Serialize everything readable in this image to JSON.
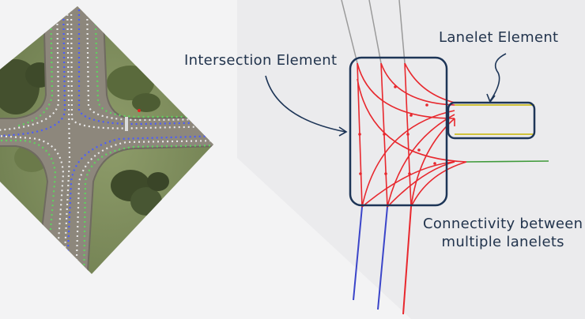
{
  "labels": {
    "intersection": "Intersection Element",
    "lanelet": "Lanelet Element",
    "connectivity_line1": "Connectivity between",
    "connectivity_line2": "multiple lanelets"
  },
  "colors": {
    "background": "#f3f3f4",
    "light_panel": "#ebebed",
    "box_border": "#1d3557",
    "text": "#22344d",
    "lane_red": "#e8282e",
    "lane_blue": "#3b45c9",
    "lane_green": "#3f9a3a",
    "lane_gray": "#9a9a9a",
    "lane_yellow": "#c8b400",
    "aerial_road": "#8a8478",
    "aerial_grass": "#7f8f5e",
    "aerial_tree": "#3e4a2a",
    "marker_green": "#5fd35f",
    "marker_blue": "#4a5cff",
    "marker_white": "#e8e8e8"
  },
  "icons": {
    "aerial": "satellite-intersection-map",
    "arrows": "curved-pointer-arrow"
  }
}
